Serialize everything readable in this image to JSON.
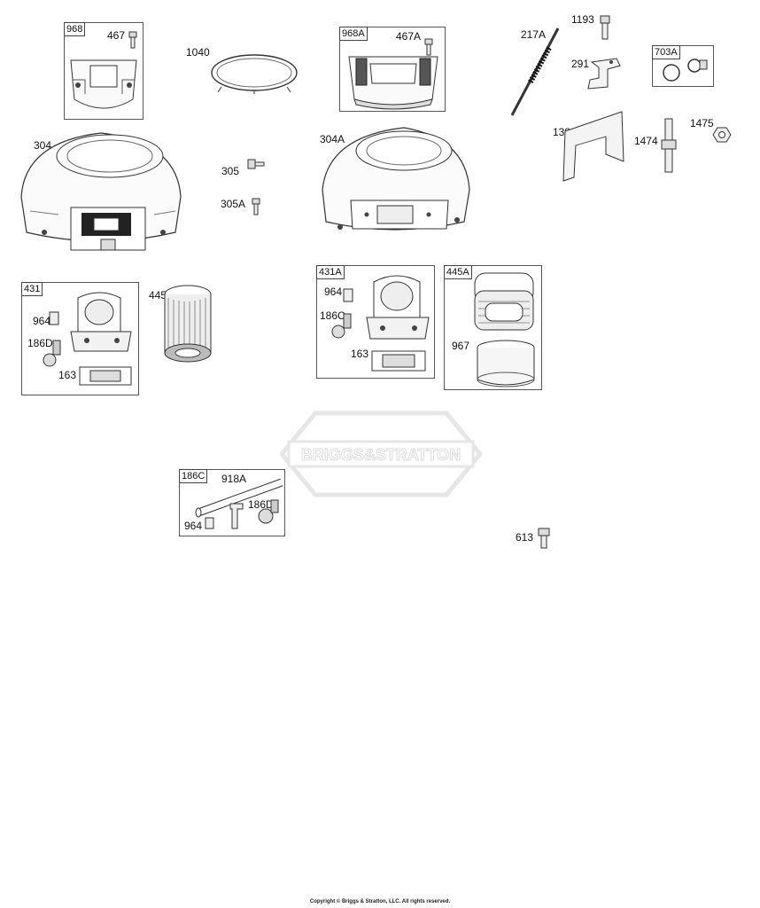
{
  "boxes": {
    "b968": "968",
    "b968A": "968A",
    "b703A": "703A",
    "b431": "431",
    "b431A": "431A",
    "b445A": "445A",
    "b186C": "186C"
  },
  "labels": {
    "p467": "467",
    "p1040": "1040",
    "p467A": "467A",
    "p217A": "217A",
    "p1193": "1193",
    "p291": "291",
    "p304": "304",
    "p305": "305",
    "p305A": "305A",
    "p304A": "304A",
    "p1386": "1386",
    "p1474": "1474",
    "p1475": "1475",
    "p964a": "964",
    "p186Da": "186D",
    "p163a": "163",
    "p445": "445",
    "p964b": "964",
    "p186Cb": "186C",
    "p163b": "163",
    "p967": "967",
    "p918A": "918A",
    "p186Dc": "186D",
    "p964c": "964",
    "p613": "613"
  },
  "watermark": "BRIGGS&STRATTON",
  "copyright": "Copyright © Briggs & Stratton, LLC. All rights reserved."
}
